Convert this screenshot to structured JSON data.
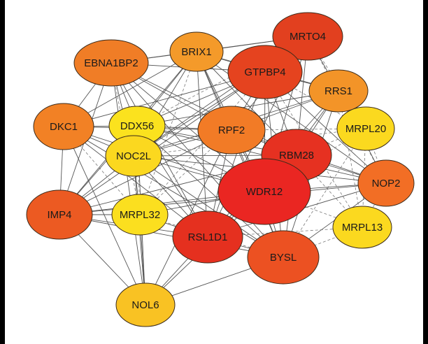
{
  "nodes": [
    {
      "id": "MRTO4",
      "label": "MRTO4",
      "color": "#e2401f"
    },
    {
      "id": "BRIX1",
      "label": "BRIX1",
      "color": "#f49a2a"
    },
    {
      "id": "EBNA1BP2",
      "label": "EBNA1BP2",
      "color": "#f07d26"
    },
    {
      "id": "GTPBP4",
      "label": "GTPBP4",
      "color": "#e5431f"
    },
    {
      "id": "RRS1",
      "label": "RRS1",
      "color": "#f39428"
    },
    {
      "id": "DKC1",
      "label": "DKC1",
      "color": "#f28125"
    },
    {
      "id": "DDX56",
      "label": "DDX56",
      "color": "#fbe21e"
    },
    {
      "id": "RPF2",
      "label": "RPF2",
      "color": "#f27b26"
    },
    {
      "id": "MRPL20",
      "label": "MRPL20",
      "color": "#fbd91f"
    },
    {
      "id": "NOC2L",
      "label": "NOC2L",
      "color": "#fbd81f"
    },
    {
      "id": "RBM28",
      "label": "RBM28",
      "color": "#e63121"
    },
    {
      "id": "WDR12",
      "label": "WDR12",
      "color": "#ea2622"
    },
    {
      "id": "NOP2",
      "label": "NOP2",
      "color": "#f26e25"
    },
    {
      "id": "IMP4",
      "label": "IMP4",
      "color": "#ec5a22"
    },
    {
      "id": "MRPL32",
      "label": "MRPL32",
      "color": "#fbdf1f"
    },
    {
      "id": "RSL1D1",
      "label": "RSL1D1",
      "color": "#e5301f"
    },
    {
      "id": "MRPL13",
      "label": "MRPL13",
      "color": "#fbd91f"
    },
    {
      "id": "BYSL",
      "label": "BYSL",
      "color": "#ec5122"
    },
    {
      "id": "NOL6",
      "label": "NOL6",
      "color": "#f9c223"
    }
  ],
  "edges": [
    [
      "MRTO4",
      "BRIX1",
      "solid"
    ],
    [
      "MRTO4",
      "GTPBP4",
      "solid"
    ],
    [
      "MRTO4",
      "RRS1",
      "solid"
    ],
    [
      "MRTO4",
      "RPF2",
      "solid"
    ],
    [
      "MRTO4",
      "RBM28",
      "solid"
    ],
    [
      "MRTO4",
      "WDR12",
      "solid"
    ],
    [
      "MRTO4",
      "EBNA1BP2",
      "solid"
    ],
    [
      "MRTO4",
      "DDX56",
      "dashed"
    ],
    [
      "MRTO4",
      "MRPL20",
      "dashed"
    ],
    [
      "MRTO4",
      "NOC2L",
      "solid"
    ],
    [
      "MRTO4",
      "NOP2",
      "dashed"
    ],
    [
      "MRTO4",
      "RSL1D1",
      "solid"
    ],
    [
      "BRIX1",
      "EBNA1BP2",
      "solid"
    ],
    [
      "BRIX1",
      "GTPBP4",
      "solid"
    ],
    [
      "BRIX1",
      "RRS1",
      "solid"
    ],
    [
      "BRIX1",
      "DKC1",
      "solid"
    ],
    [
      "BRIX1",
      "DDX56",
      "solid"
    ],
    [
      "BRIX1",
      "RPF2",
      "solid"
    ],
    [
      "BRIX1",
      "NOC2L",
      "solid"
    ],
    [
      "BRIX1",
      "RBM28",
      "solid"
    ],
    [
      "BRIX1",
      "WDR12",
      "solid"
    ],
    [
      "BRIX1",
      "RSL1D1",
      "solid"
    ],
    [
      "BRIX1",
      "BYSL",
      "solid"
    ],
    [
      "BRIX1",
      "IMP4",
      "solid"
    ],
    [
      "BRIX1",
      "MRPL32",
      "dashed"
    ],
    [
      "BRIX1",
      "NOP2",
      "solid"
    ],
    [
      "EBNA1BP2",
      "GTPBP4",
      "solid"
    ],
    [
      "EBNA1BP2",
      "DKC1",
      "solid"
    ],
    [
      "EBNA1BP2",
      "DDX56",
      "solid"
    ],
    [
      "EBNA1BP2",
      "RPF2",
      "solid"
    ],
    [
      "EBNA1BP2",
      "NOC2L",
      "solid"
    ],
    [
      "EBNA1BP2",
      "RBM28",
      "solid"
    ],
    [
      "EBNA1BP2",
      "WDR12",
      "solid"
    ],
    [
      "EBNA1BP2",
      "IMP4",
      "solid"
    ],
    [
      "EBNA1BP2",
      "RSL1D1",
      "solid"
    ],
    [
      "EBNA1BP2",
      "BYSL",
      "solid"
    ],
    [
      "EBNA1BP2",
      "MRPL32",
      "dashed"
    ],
    [
      "EBNA1BP2",
      "NOL6",
      "solid"
    ],
    [
      "GTPBP4",
      "RRS1",
      "solid"
    ],
    [
      "GTPBP4",
      "DDX56",
      "solid"
    ],
    [
      "GTPBP4",
      "RPF2",
      "solid"
    ],
    [
      "GTPBP4",
      "MRPL20",
      "dashed"
    ],
    [
      "GTPBP4",
      "NOC2L",
      "solid"
    ],
    [
      "GTPBP4",
      "RBM28",
      "solid"
    ],
    [
      "GTPBP4",
      "WDR12",
      "solid"
    ],
    [
      "GTPBP4",
      "NOP2",
      "solid"
    ],
    [
      "GTPBP4",
      "IMP4",
      "solid"
    ],
    [
      "GTPBP4",
      "RSL1D1",
      "solid"
    ],
    [
      "GTPBP4",
      "BYSL",
      "solid"
    ],
    [
      "GTPBP4",
      "MRPL13",
      "dashed"
    ],
    [
      "GTPBP4",
      "DKC1",
      "solid"
    ],
    [
      "GTPBP4",
      "MRPL32",
      "dashed"
    ],
    [
      "RRS1",
      "RPF2",
      "solid"
    ],
    [
      "RRS1",
      "MRPL20",
      "solid"
    ],
    [
      "RRS1",
      "RBM28",
      "solid"
    ],
    [
      "RRS1",
      "WDR12",
      "solid"
    ],
    [
      "RRS1",
      "NOP2",
      "solid"
    ],
    [
      "RRS1",
      "RSL1D1",
      "solid"
    ],
    [
      "RRS1",
      "BYSL",
      "solid"
    ],
    [
      "RRS1",
      "DDX56",
      "solid"
    ],
    [
      "RRS1",
      "NOC2L",
      "solid"
    ],
    [
      "RRS1",
      "MRPL13",
      "dashed"
    ],
    [
      "DKC1",
      "DDX56",
      "solid"
    ],
    [
      "DKC1",
      "NOC2L",
      "solid"
    ],
    [
      "DKC1",
      "IMP4",
      "solid"
    ],
    [
      "DKC1",
      "RPF2",
      "solid"
    ],
    [
      "DKC1",
      "WDR12",
      "solid"
    ],
    [
      "DKC1",
      "RSL1D1",
      "solid"
    ],
    [
      "DKC1",
      "NOL6",
      "solid"
    ],
    [
      "DKC1",
      "MRPL32",
      "dashed"
    ],
    [
      "DKC1",
      "BYSL",
      "solid"
    ],
    [
      "DDX56",
      "NOC2L",
      "solid"
    ],
    [
      "DDX56",
      "RPF2",
      "solid"
    ],
    [
      "DDX56",
      "RBM28",
      "solid"
    ],
    [
      "DDX56",
      "WDR12",
      "solid"
    ],
    [
      "DDX56",
      "IMP4",
      "solid"
    ],
    [
      "DDX56",
      "MRPL32",
      "dashed"
    ],
    [
      "DDX56",
      "RSL1D1",
      "solid"
    ],
    [
      "DDX56",
      "BYSL",
      "solid"
    ],
    [
      "DDX56",
      "NOL6",
      "solid"
    ],
    [
      "DDX56",
      "NOP2",
      "solid"
    ],
    [
      "RPF2",
      "RBM28",
      "solid"
    ],
    [
      "RPF2",
      "WDR12",
      "solid"
    ],
    [
      "RPF2",
      "NOC2L",
      "solid"
    ],
    [
      "RPF2",
      "RSL1D1",
      "solid"
    ],
    [
      "RPF2",
      "BYSL",
      "solid"
    ],
    [
      "RPF2",
      "IMP4",
      "solid"
    ],
    [
      "RPF2",
      "NOP2",
      "solid"
    ],
    [
      "RPF2",
      "MRPL20",
      "dashed"
    ],
    [
      "RPF2",
      "MRPL32",
      "dashed"
    ],
    [
      "RPF2",
      "NOL6",
      "solid"
    ],
    [
      "MRPL20",
      "RBM28",
      "dashed"
    ],
    [
      "MRPL20",
      "WDR12",
      "dashed"
    ],
    [
      "MRPL20",
      "NOP2",
      "dashed"
    ],
    [
      "MRPL20",
      "MRPL13",
      "dashed"
    ],
    [
      "MRPL20",
      "NOC2L",
      "dashed"
    ],
    [
      "MRPL20",
      "BYSL",
      "dashed"
    ],
    [
      "NOC2L",
      "IMP4",
      "solid"
    ],
    [
      "NOC2L",
      "MRPL32",
      "solid"
    ],
    [
      "NOC2L",
      "WDR12",
      "solid"
    ],
    [
      "NOC2L",
      "RBM28",
      "solid"
    ],
    [
      "NOC2L",
      "RSL1D1",
      "solid"
    ],
    [
      "NOC2L",
      "BYSL",
      "solid"
    ],
    [
      "NOC2L",
      "NOL6",
      "solid"
    ],
    [
      "NOC2L",
      "NOP2",
      "solid"
    ],
    [
      "RBM28",
      "WDR12",
      "solid"
    ],
    [
      "RBM28",
      "NOP2",
      "solid"
    ],
    [
      "RBM28",
      "RSL1D1",
      "solid"
    ],
    [
      "RBM28",
      "BYSL",
      "solid"
    ],
    [
      "RBM28",
      "MRPL13",
      "dashed"
    ],
    [
      "RBM28",
      "IMP4",
      "solid"
    ],
    [
      "WDR12",
      "NOP2",
      "solid"
    ],
    [
      "WDR12",
      "IMP4",
      "solid"
    ],
    [
      "WDR12",
      "MRPL32",
      "solid"
    ],
    [
      "WDR12",
      "RSL1D1",
      "solid"
    ],
    [
      "WDR12",
      "BYSL",
      "solid"
    ],
    [
      "WDR12",
      "MRPL13",
      "dashed"
    ],
    [
      "WDR12",
      "NOL6",
      "solid"
    ],
    [
      "NOP2",
      "MRPL13",
      "dashed"
    ],
    [
      "NOP2",
      "BYSL",
      "solid"
    ],
    [
      "NOP2",
      "RSL1D1",
      "solid"
    ],
    [
      "NOP2",
      "IMP4",
      "solid"
    ],
    [
      "IMP4",
      "MRPL32",
      "solid"
    ],
    [
      "IMP4",
      "RSL1D1",
      "solid"
    ],
    [
      "IMP4",
      "NOL6",
      "solid"
    ],
    [
      "IMP4",
      "BYSL",
      "solid"
    ],
    [
      "MRPL32",
      "RSL1D1",
      "solid"
    ],
    [
      "MRPL32",
      "NOL6",
      "solid"
    ],
    [
      "MRPL32",
      "BYSL",
      "dashed"
    ],
    [
      "RSL1D1",
      "BYSL",
      "solid"
    ],
    [
      "RSL1D1",
      "NOL6",
      "solid"
    ],
    [
      "RSL1D1",
      "MRPL13",
      "dashed"
    ],
    [
      "MRPL13",
      "BYSL",
      "dashed"
    ],
    [
      "BYSL",
      "NOL6",
      "solid"
    ]
  ]
}
